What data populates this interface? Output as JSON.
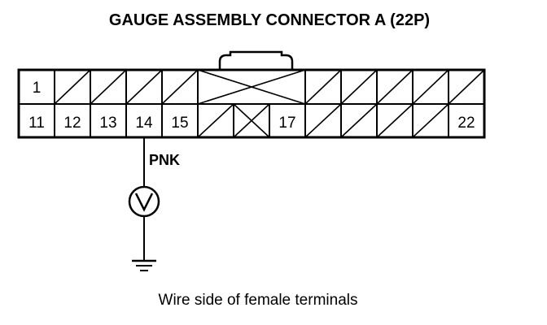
{
  "title": "GAUGE ASSEMBLY CONNECTOR A (22P)",
  "connector": {
    "top_row": [
      "1",
      "",
      "",
      "",
      "",
      "",
      "",
      "",
      "",
      "",
      "",
      ""
    ],
    "bottom_row": [
      "11",
      "12",
      "13",
      "14",
      "15",
      "",
      "",
      "17",
      "",
      "",
      "",
      "22"
    ]
  },
  "wire_color": "PNK",
  "meter_icon": "voltmeter-icon",
  "ground_icon": "ground-icon",
  "caption": "Wire side of female terminals"
}
